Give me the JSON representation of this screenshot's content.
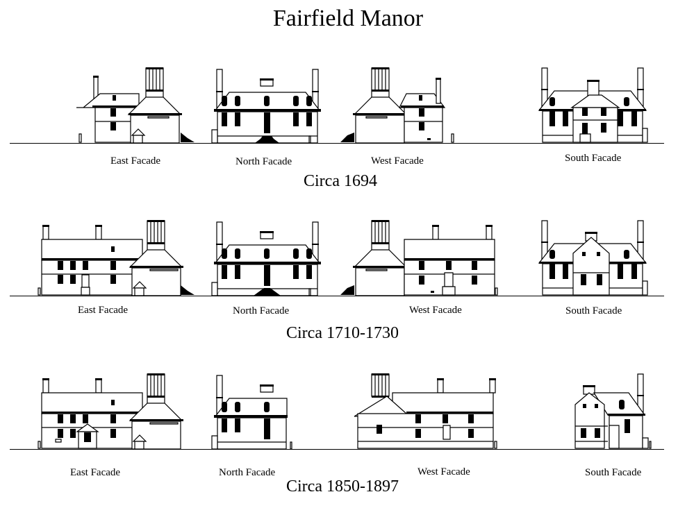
{
  "title": "Fairfield Manor",
  "rows": [
    {
      "era": "Circa 1694",
      "facades": [
        {
          "label": "East Facade"
        },
        {
          "label": "North Facade"
        },
        {
          "label": "West Facade"
        },
        {
          "label": "South Facade"
        }
      ]
    },
    {
      "era": "Circa 1710-1730",
      "facades": [
        {
          "label": "East Facade"
        },
        {
          "label": "North Facade"
        },
        {
          "label": "West Facade"
        },
        {
          "label": "South Facade"
        }
      ]
    },
    {
      "era": "Circa 1850-1897",
      "facades": [
        {
          "label": "East Facade"
        },
        {
          "label": "North Facade"
        },
        {
          "label": "West Facade"
        },
        {
          "label": "South Facade"
        }
      ]
    }
  ]
}
